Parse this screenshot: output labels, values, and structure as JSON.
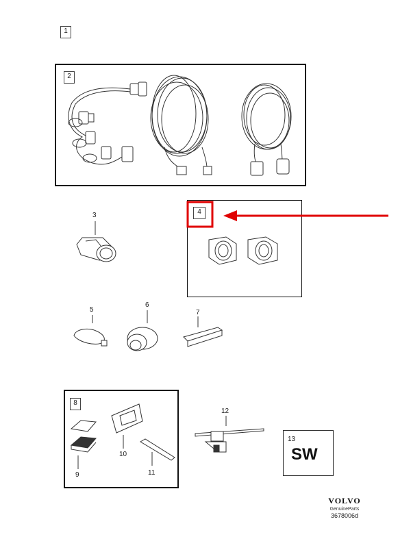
{
  "items": {
    "i1": "1",
    "i2": "2",
    "i3": "3",
    "i4": "4",
    "i5": "5",
    "i6": "6",
    "i7": "7",
    "i8": "8",
    "i9": "9",
    "i10": "10",
    "i11": "11",
    "i12": "12",
    "i13": "13"
  },
  "sw_label": "SW",
  "brand": {
    "name": "VOLVO",
    "sub": "GenuineParts",
    "code": "3678006d"
  },
  "highlight_color": "#e00000"
}
